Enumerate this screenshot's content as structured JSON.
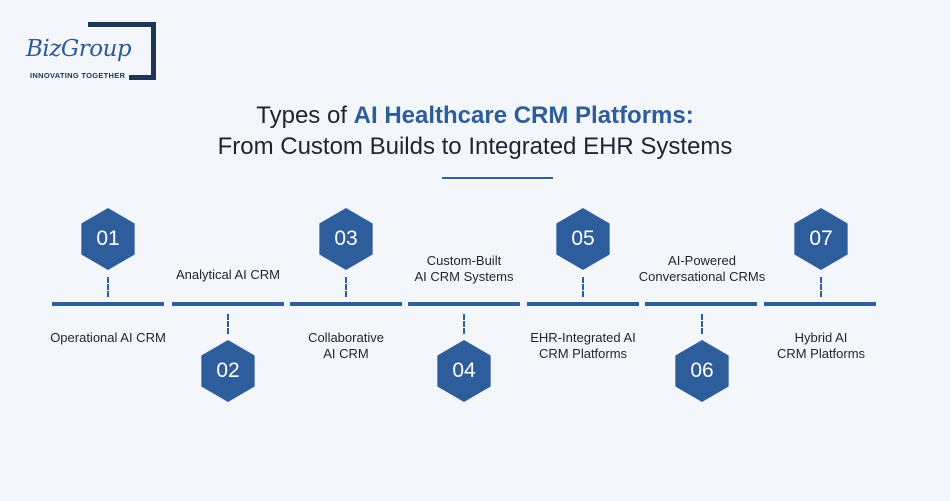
{
  "logo": {
    "brand": "BizGroup",
    "tagline": "INNOVATING TOGETHER"
  },
  "title": {
    "line1_prefix": "Types of ",
    "line1_accent": "AI Healthcare CRM Platforms:",
    "line2": "From Custom Builds to Integrated EHR Systems"
  },
  "steps": [
    {
      "number": "01",
      "label": "Operational AI CRM"
    },
    {
      "number": "02",
      "label": "Analytical AI CRM"
    },
    {
      "number": "03",
      "label": "Collaborative\nAI CRM"
    },
    {
      "number": "04",
      "label": "Custom-Built\nAI CRM Systems"
    },
    {
      "number": "05",
      "label": "EHR-Integrated AI\nCRM Platforms"
    },
    {
      "number": "06",
      "label": "AI-Powered\nConversational CRMs"
    },
    {
      "number": "07",
      "label": "Hybrid AI\nCRM Platforms"
    }
  ],
  "colors": {
    "accent": "#2e5d9c",
    "background": "#f3f6fa",
    "text": "#1d2433"
  }
}
